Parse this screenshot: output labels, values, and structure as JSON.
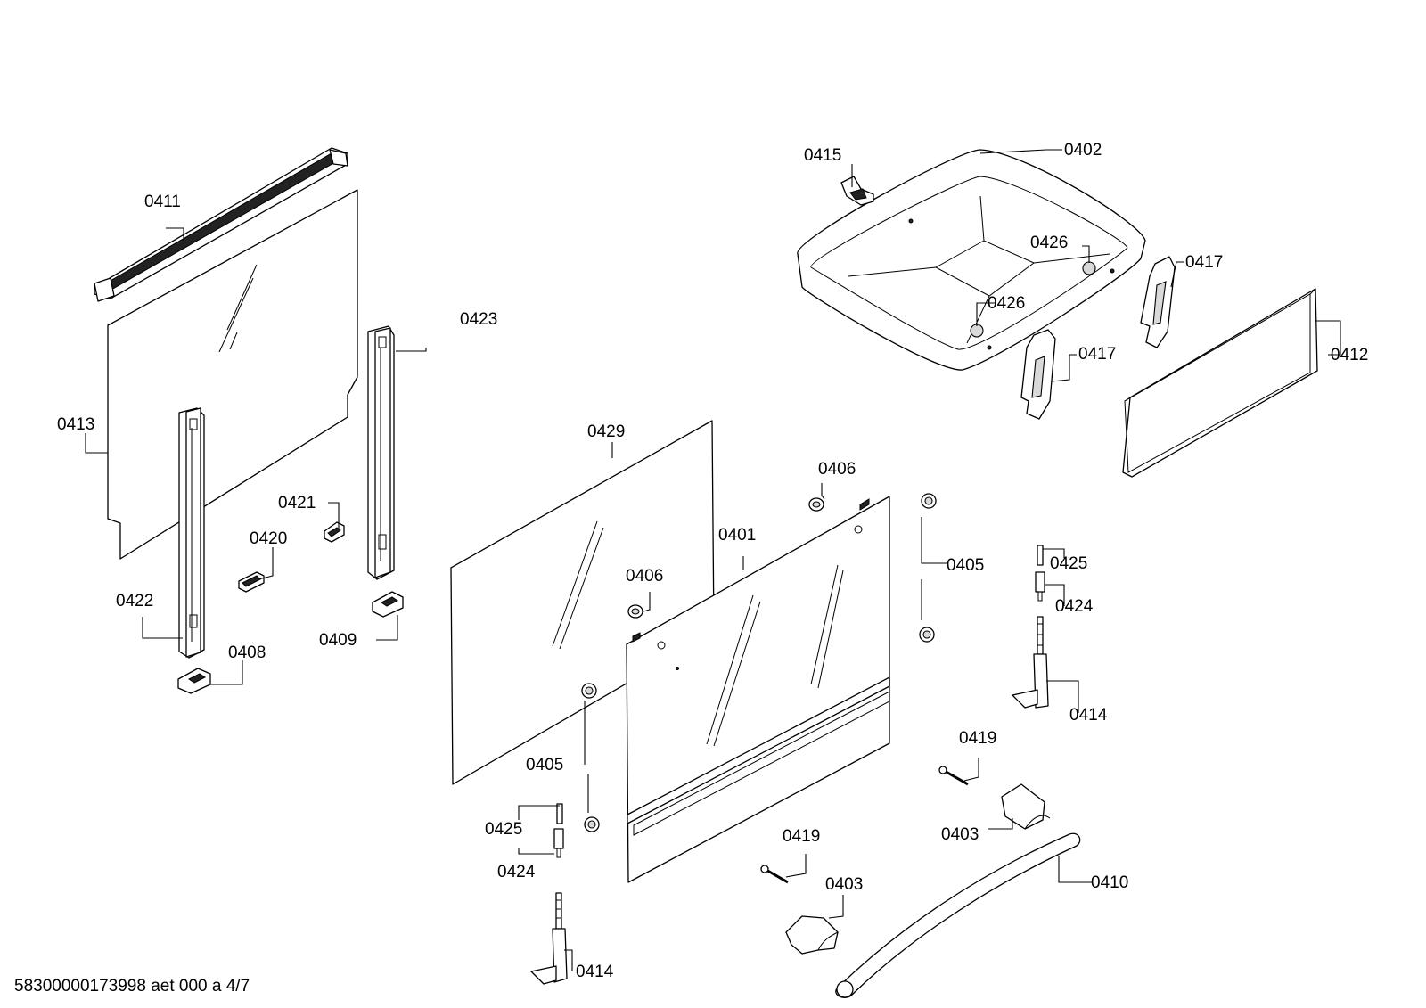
{
  "footer": {
    "document_id": "58300000173998 aet 000 a 4/7"
  },
  "labels": {
    "l0402": "0402",
    "l0415": "0415",
    "l0426a": "0426",
    "l0426b": "0426",
    "l0417a": "0417",
    "l0417b": "0417",
    "l0412": "0412",
    "l0411": "0411",
    "l0423": "0423",
    "l0413": "0413",
    "l0421": "0421",
    "l0420": "0420",
    "l0422": "0422",
    "l0408": "0408",
    "l0409": "0409",
    "l0429": "0429",
    "l0406a": "0406",
    "l0406b": "0406",
    "l0401": "0401",
    "l0405a": "0405",
    "l0405b": "0405",
    "l0425a": "0425",
    "l0424a": "0424",
    "l0414a": "0414",
    "l0425b": "0425",
    "l0424b": "0424",
    "l0414b": "0414",
    "l0419a": "0419",
    "l0419b": "0419",
    "l0403a": "0403",
    "l0403b": "0403",
    "l0410": "0410"
  }
}
